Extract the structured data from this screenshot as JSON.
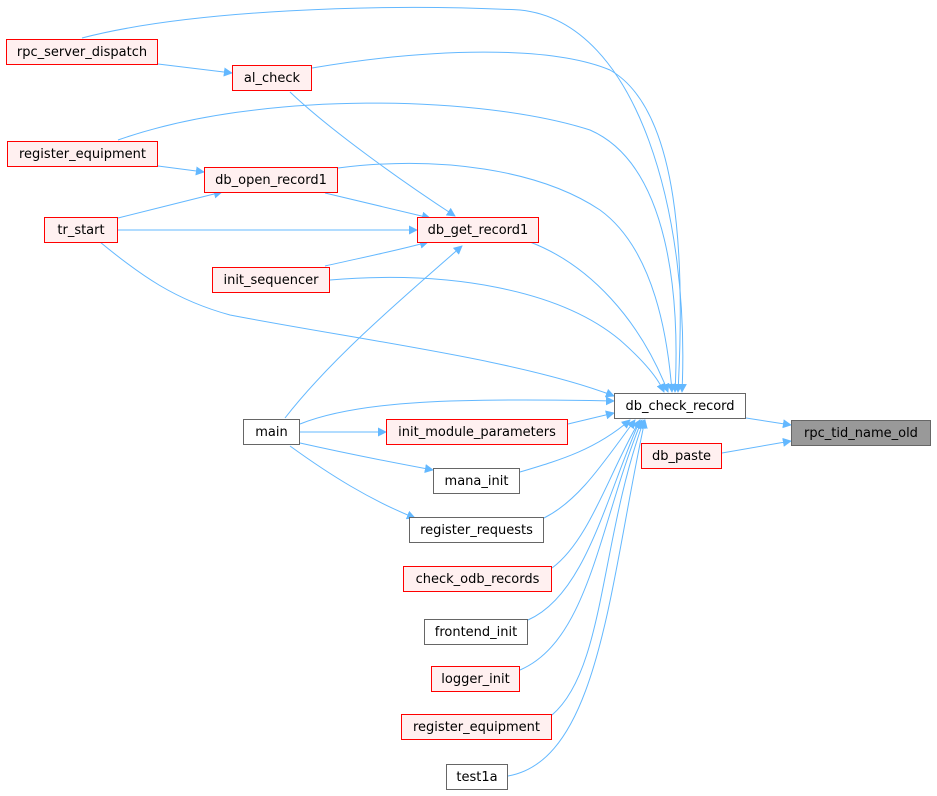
{
  "nodes": {
    "rpc_server_dispatch": "rpc_server_dispatch",
    "al_check": "al_check",
    "register_equipment_left": "register_equipment",
    "db_open_record1": "db_open_record1",
    "tr_start": "tr_start",
    "db_get_record1": "db_get_record1",
    "init_sequencer": "init_sequencer",
    "main": "main",
    "init_module_parameters": "init_module_parameters",
    "mana_init": "mana_init",
    "register_requests": "register_requests",
    "check_odb_records": "check_odb_records",
    "frontend_init": "frontend_init",
    "logger_init": "logger_init",
    "register_equipment_bottom": "register_equipment",
    "test1a": "test1a",
    "db_check_record": "db_check_record",
    "db_paste": "db_paste",
    "rpc_tid_name_old": "rpc_tid_name_old"
  },
  "colors": {
    "edge": "#63b8ff",
    "linked_border": "#ff0000",
    "linked_fill": "#fff0f0",
    "plain_border": "#666666",
    "focus_fill": "#999999"
  }
}
